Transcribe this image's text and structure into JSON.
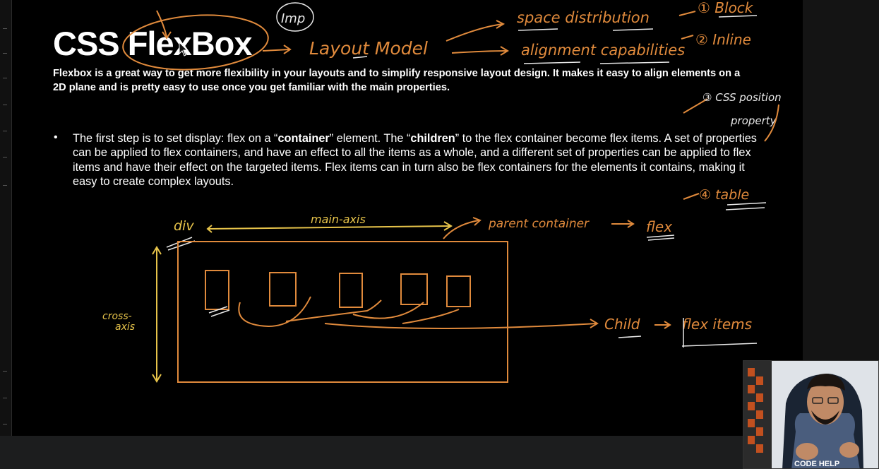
{
  "slide": {
    "title": "CSS FlexBox",
    "intro": "Flexbox is a great way to get more flexibility in your layouts and to simplify responsive layout design. It makes it easy to align elements on a 2D plane and is pretty easy to use once you get familiar with the main properties.",
    "bullet": {
      "part1": "The first step is to set display: flex on a “",
      "container": "container",
      "part2": "” element. The “",
      "children": "children",
      "part3": "” to the flex container become flex items. A set of properties can be applied to flex containers, and have an effect to all the items as a whole, and a different set of properties can be applied to flex items and have their effect on the targeted items. Flex items can in turn also be flex containers for the elements it contains, making it easy to create complex layouts."
    }
  },
  "annotations": {
    "imp": "Imp",
    "layout_model": "Layout Model",
    "space_distribution": "space distribution",
    "alignment_capabilities": "alignment capabilities",
    "block": "① Block",
    "inline": "② Inline",
    "css_position_1": "③ CSS position",
    "css_position_2": "property",
    "table": "④ table",
    "div": "div",
    "main_axis": "main-axis",
    "parent_container": "parent container",
    "flex": "flex",
    "cross_axis_1": "cross-",
    "cross_axis_2": "axis",
    "child": "Child",
    "flex_items": "flex items"
  },
  "webcam": {
    "hoodie_text": "CODE HELP"
  },
  "colors": {
    "ink_orange": "#e08a3c",
    "ink_yellow": "#e6c34a",
    "slide_bg": "#000000",
    "text": "#ffffff"
  }
}
